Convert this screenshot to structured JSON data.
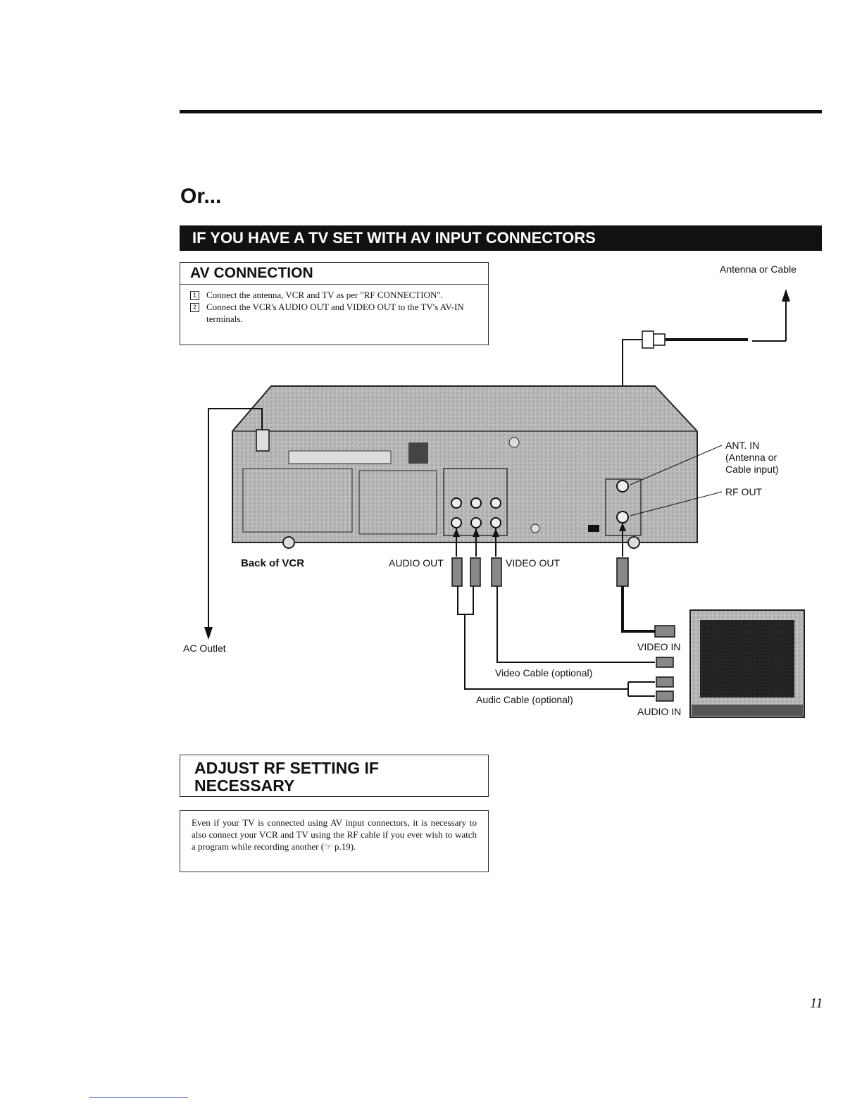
{
  "heading": "Or...",
  "banner": "IF YOU HAVE A TV SET WITH AV INPUT CONNECTORS",
  "av_connection": {
    "title": "AV CONNECTION",
    "steps": [
      {
        "num": "1",
        "text": "Connect the antenna, VCR and TV as per \"RF CONNECTION\"."
      },
      {
        "num": "2",
        "text": "Connect the VCR's AUDIO OUT and VIDEO OUT to the TV's AV-IN terminals."
      }
    ]
  },
  "diagram_labels": {
    "antenna_or_cable": "Antenna or Cable",
    "ant_in": "ANT. IN",
    "ant_in_sub1": "(Antenna or",
    "ant_in_sub2": "Cable input)",
    "rf_out": "RF OUT",
    "back_of_vcr": "Back of VCR",
    "audio_out": "AUDIO OUT",
    "video_out": "VIDEO OUT",
    "ac_outlet": "AC Outlet",
    "video_in": "VIDEO IN",
    "video_cable": "Video Cable (optional)",
    "audio_cable": "Audic Cable (optional)",
    "audio_in": "AUDIO IN"
  },
  "adjust_rf": {
    "title_line1": "ADJUST RF SETTING IF",
    "title_line2": "NECESSARY",
    "note": "Even if your TV is connected using AV input connectors, it is necessary to also connect your VCR and TV using the RF cable if you ever wish to watch a program while recording another (☞ p.19)."
  },
  "page_number": "11",
  "icons": {
    "step_marker": "boxed-number-icon",
    "reference": "pointing-hand-icon"
  }
}
